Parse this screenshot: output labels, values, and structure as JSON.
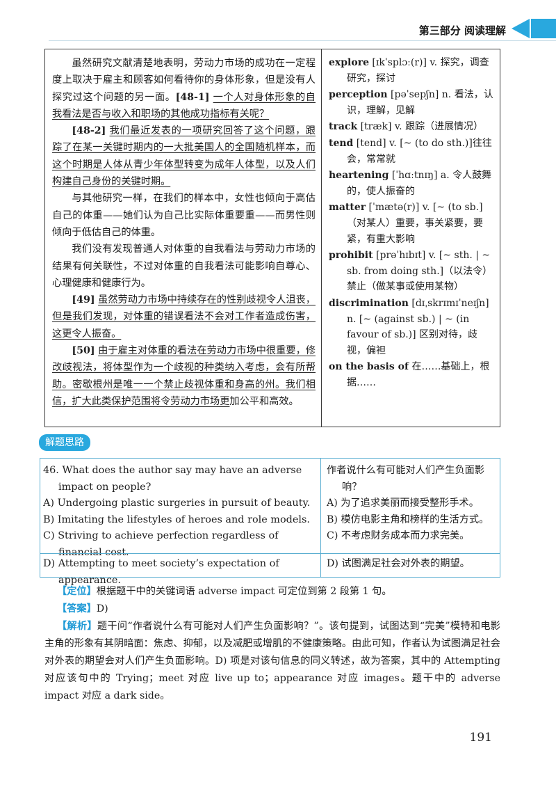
{
  "header": {
    "section": "第三部分  阅读理解"
  },
  "reading": {
    "paras": [
      {
        "pre": "虽然研究文献清楚地表明，劳动力市场的成功在一定程度上取决于雇主和顾客如何看待你的身体形象，但是没有人探究过这个问题的另一面。",
        "ref": "[48-1]",
        "under": "一个人对身体形象的自我看法是否与收入和职场的其他成功指标有关呢？",
        "post": ""
      },
      {
        "pre": "",
        "ref": "[48-2]",
        "under": "我们最近发表的一项研究回答了这个问题，跟踪了在某一关键时期内的一大批美国人的全国随机样本，而这个时期是人体从青少年体型转变为成年人体型，以及人们构建自己身份的关键时期。",
        "post": ""
      },
      {
        "pre": "与其他研究一样，在我们的样本中，女性也倾向于高估自己的体重——她们认为自己比实际体重要重——而男性则倾向于低估自己的体重。",
        "ref": "",
        "under": "",
        "post": ""
      },
      {
        "pre": "我们没有发现普通人对体重的自我看法与劳动力市场的结果有何关联性，不过对体重的自我看法可能影响自尊心、心理健康和健康行为。",
        "ref": "",
        "under": "",
        "post": ""
      },
      {
        "pre": "",
        "ref": "[49]",
        "under": "虽然劳动力市场中持续存在的性别歧视令人沮丧，但是我们发现，对体重的错误看法不会对工作者造成伤害，这更令人振奋。",
        "post": ""
      },
      {
        "pre": "",
        "ref": "[50]",
        "under": "由于雇主对体重的看法在劳动力市场中很重要，修改歧视法，将体型作为一个歧视的种类纳入考虑，会有所帮助。密歇根州是唯一一个禁止歧视体重和身高的州。我们相信，扩大此类保护范围将令劳动力市场更",
        "post": "加公平和高效。"
      }
    ],
    "vocab": [
      {
        "word": "explore",
        "def": " [ɪkˈsplɔː(r)] v. 探究，调查研究，探讨"
      },
      {
        "word": "perception",
        "def": " [pəˈsepʃn] n. 看法，认识，理解，见解"
      },
      {
        "word": "track",
        "def": " [træk] v. 跟踪（进展情况）"
      },
      {
        "word": "tend",
        "def": " [tend] v. [~ (to do sth.)]往往会，常常就"
      },
      {
        "word": "heartening",
        "def": " [ˈhɑːtnɪŋ] a. 令人鼓舞的，使人振奋的"
      },
      {
        "word": "matter",
        "def": " [ˈmætə(r)] v. [~ (to sb.]（对某人）重要，事关紧要，要紧，有重大影响"
      },
      {
        "word": "prohibit",
        "def": " [prəˈhɪbɪt] v. [~ sth. | ~ sb. from doing sth.]（以法令）禁止（做某事或使用某物）"
      },
      {
        "word": "discrimination",
        "def": " [dɪˌskrɪmɪˈneɪʃn] n. [~ (against sb.) | ~ (in favour of sb.)] 区别对待，歧视，偏袒"
      },
      {
        "word": "on the basis of",
        "def": " 在……基础上，根据……"
      }
    ]
  },
  "badge": "解题思路",
  "question": {
    "stem_en": "46. What does the author say may have an adverse impact on people?",
    "stem_zh": "作者说什么有可能对人们产生负面影响？",
    "options": [
      {
        "en": "A) Undergoing plastic surgeries in pursuit of beauty.",
        "zh": "A) 为了追求美丽而接受整形手术。"
      },
      {
        "en": "B) Imitating the lifestyles of heroes and role models.",
        "zh": "B) 模仿电影主角和榜样的生活方式。"
      },
      {
        "en": "C) Striving to achieve perfection regardless of financial cost.",
        "zh": "C) 不考虑财务成本而力求完美。"
      },
      {
        "en": "D) Attempting to meet society’s expectation of appearance.",
        "zh": "D) 试图满足社会对外表的期望。"
      }
    ]
  },
  "analysis": {
    "locate_tag": "【定位】",
    "locate_text": "根据题干中的关键词语 adverse impact 可定位到第 2 段第 1 句。",
    "answer_tag": "【答案】",
    "answer_text": "D)",
    "explain_tag": "【解析】",
    "explain_text": "题干问“作者说什么有可能对人们产生负面影响？”。该句提到，试图达到“完美”模特和电影主角的形象有其阴暗面：焦虑、抑郁，以及减肥或增肌的不健康策略。由此可知，作者认为试图满足社会对外表的期望会对人们产生负面影响。D) 项是对该句信息的同义转述，故为答案，其中的 Attempting 对应该句中的 Trying；meet 对应 live up to；appearance 对应 images。题干中的 adverse impact 对应 a dark side。"
  },
  "page_number": "191"
}
